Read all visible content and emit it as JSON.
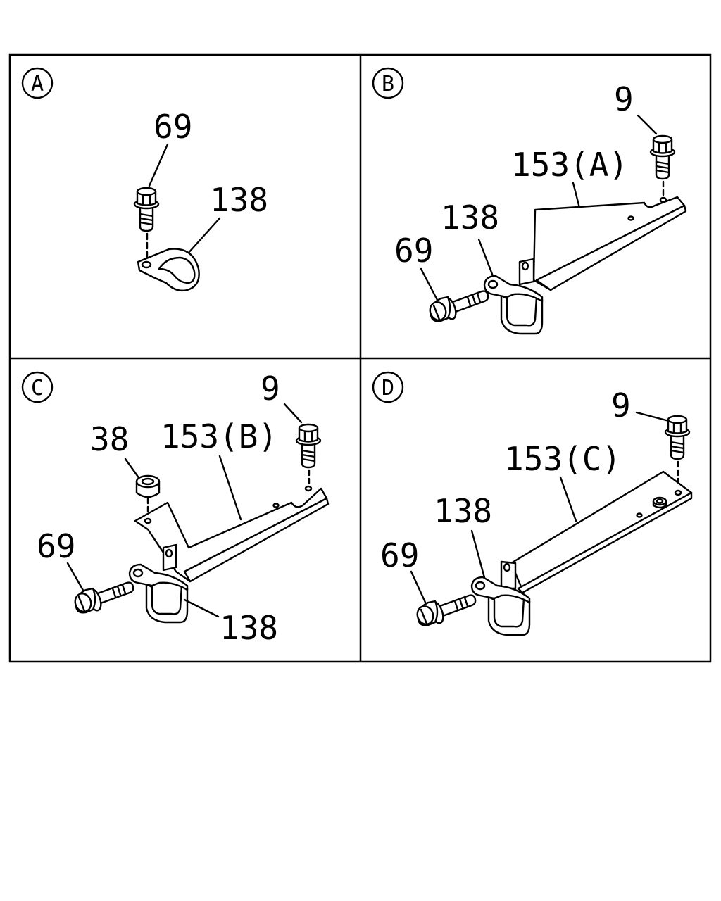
{
  "panels": {
    "a": {
      "letter": "A",
      "labels": {
        "p69": "69",
        "p138": "138"
      }
    },
    "b": {
      "letter": "B",
      "labels": {
        "p9": "9",
        "p153": "153(A)",
        "p138": "138",
        "p69": "69"
      }
    },
    "c": {
      "letter": "C",
      "labels": {
        "p9": "9",
        "p38": "38",
        "p153": "153(B)",
        "p69": "69",
        "p138": "138"
      }
    },
    "d": {
      "letter": "D",
      "labels": {
        "p9": "9",
        "p153": "153(C)",
        "p138": "138",
        "p69": "69"
      }
    }
  }
}
